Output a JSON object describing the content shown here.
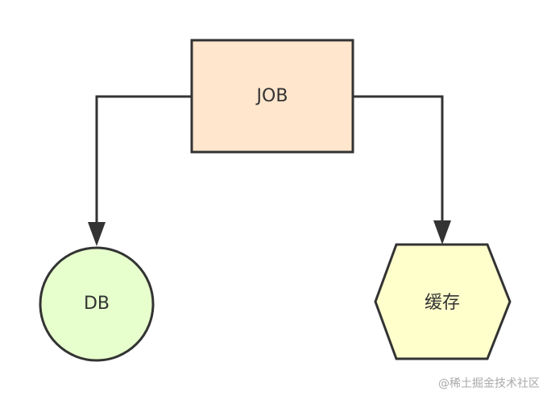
{
  "nodes": {
    "job": {
      "label": "JOB",
      "fill": "#ffe6cc",
      "stroke": "#333333"
    },
    "db": {
      "label": "DB",
      "fill": "#e6ffcc",
      "stroke": "#333333"
    },
    "cache": {
      "label": "缓存",
      "fill": "#ffffcc",
      "stroke": "#333333"
    }
  },
  "edges": [
    {
      "from": "job",
      "to": "db"
    },
    {
      "from": "job",
      "to": "cache"
    }
  ],
  "watermark": "@稀土掘金技术社区"
}
